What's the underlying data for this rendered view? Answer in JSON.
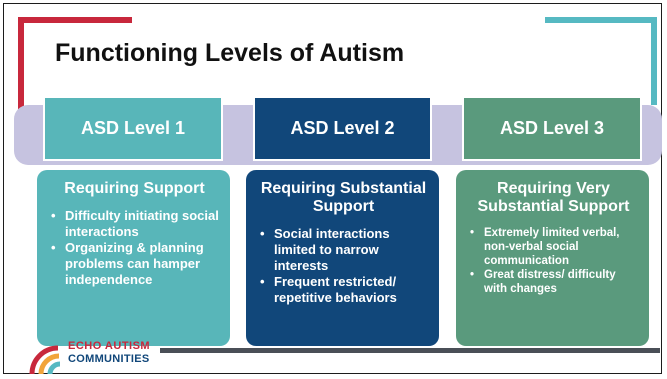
{
  "slide": {
    "title": "Functioning Levels of Autism"
  },
  "levels": [
    {
      "label": "ASD Level 1",
      "heading": "Requiring Support",
      "bullets": [
        "Difficulty initiating social interactions",
        "Organizing & planning problems can hamper independence"
      ]
    },
    {
      "label": "ASD Level 2",
      "heading": "Requiring Substantial Support",
      "bullets": [
        "Social interactions limited to narrow interests",
        "Frequent restricted/ repetitive behaviors"
      ]
    },
    {
      "label": "ASD Level 3",
      "heading": "Requiring Very Substantial Support",
      "bullets": [
        "Extremely limited verbal, non-verbal social communication",
        "Great distress/ difficulty with changes"
      ]
    }
  ],
  "logo": {
    "line1": "ECHO AUTISM",
    "line2": "COMMUNITIES"
  },
  "colors": {
    "red_accent": "#c8283c",
    "teal_accent": "#56b9c2",
    "level1": "#58b6b9",
    "level2": "#11477a",
    "level3": "#5a9a7d",
    "band": "#c6c3e0"
  },
  "icons": [
    "logo-arcs-icon"
  ]
}
